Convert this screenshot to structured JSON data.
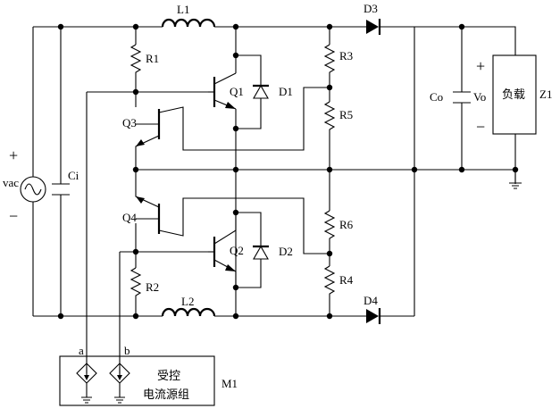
{
  "labels": {
    "L1": "L1",
    "L2": "L2",
    "D1": "D1",
    "D2": "D2",
    "D3": "D3",
    "D4": "D4",
    "R1": "R1",
    "R2": "R2",
    "R3": "R3",
    "R4": "R4",
    "R5": "R5",
    "R6": "R6",
    "Q1": "Q1",
    "Q2": "Q2",
    "Q3": "Q3",
    "Q4": "Q4",
    "Ci": "Ci",
    "Co": "Co",
    "Vo": "Vo",
    "load": "负载",
    "Z1": "Z1",
    "vac": "vac",
    "plus": "+",
    "minus": "−",
    "a": "a",
    "b": "b",
    "M1": "M1",
    "module_line1": "受控",
    "module_line2": "电流源组"
  }
}
